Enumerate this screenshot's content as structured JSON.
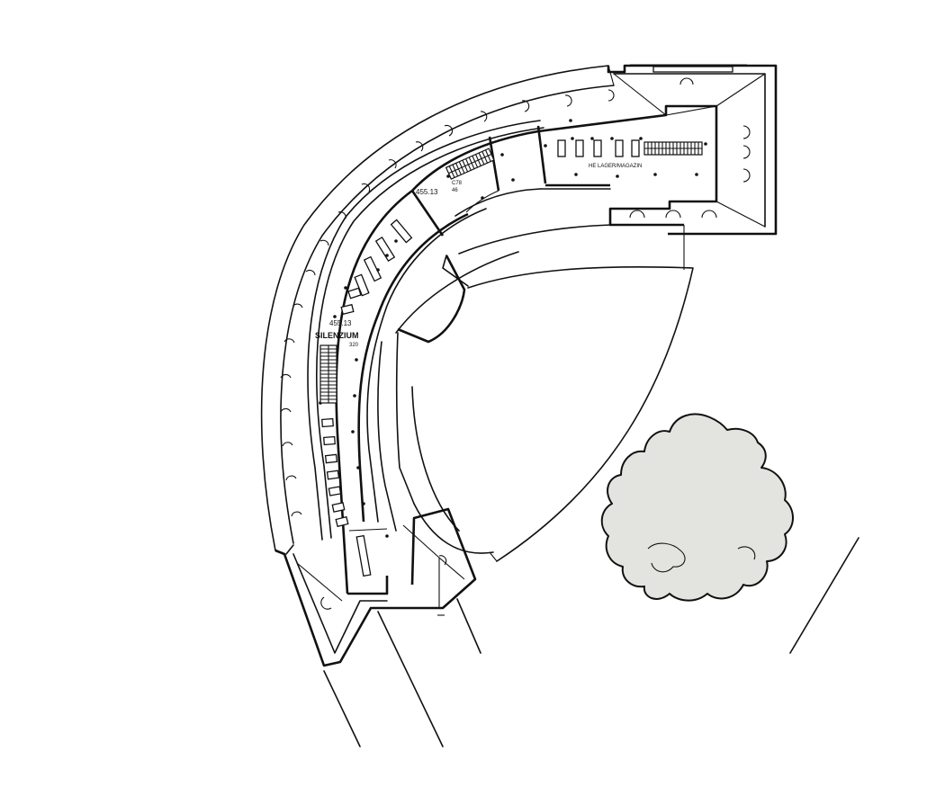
{
  "labels": {
    "room_number_upper": "455.13",
    "room_number_lower": "455.13",
    "silence_zone": "SILENZIUM",
    "code_upper": "C78",
    "code_upper_sub": "46",
    "code_lower_sub": "320",
    "east_wing": "HE LAGER/MAGAZIN"
  }
}
